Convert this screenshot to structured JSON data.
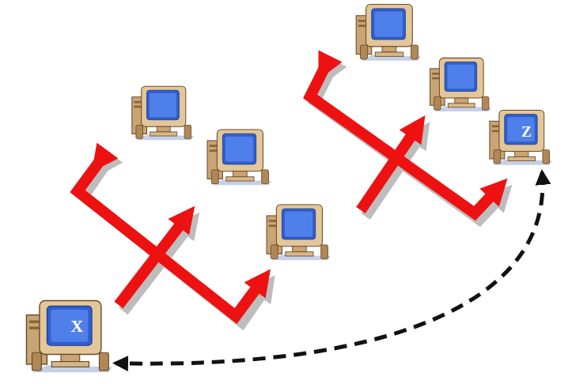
{
  "diagram": {
    "nodes": [
      {
        "text": [
          "Z"
        ]
      },
      {
        "text": [
          "X"
        ]
      }
    ],
    "edges": [
      {
        "from": 0,
        "to": 1,
        "arrow": "both"
      }
    ]
  }
}
